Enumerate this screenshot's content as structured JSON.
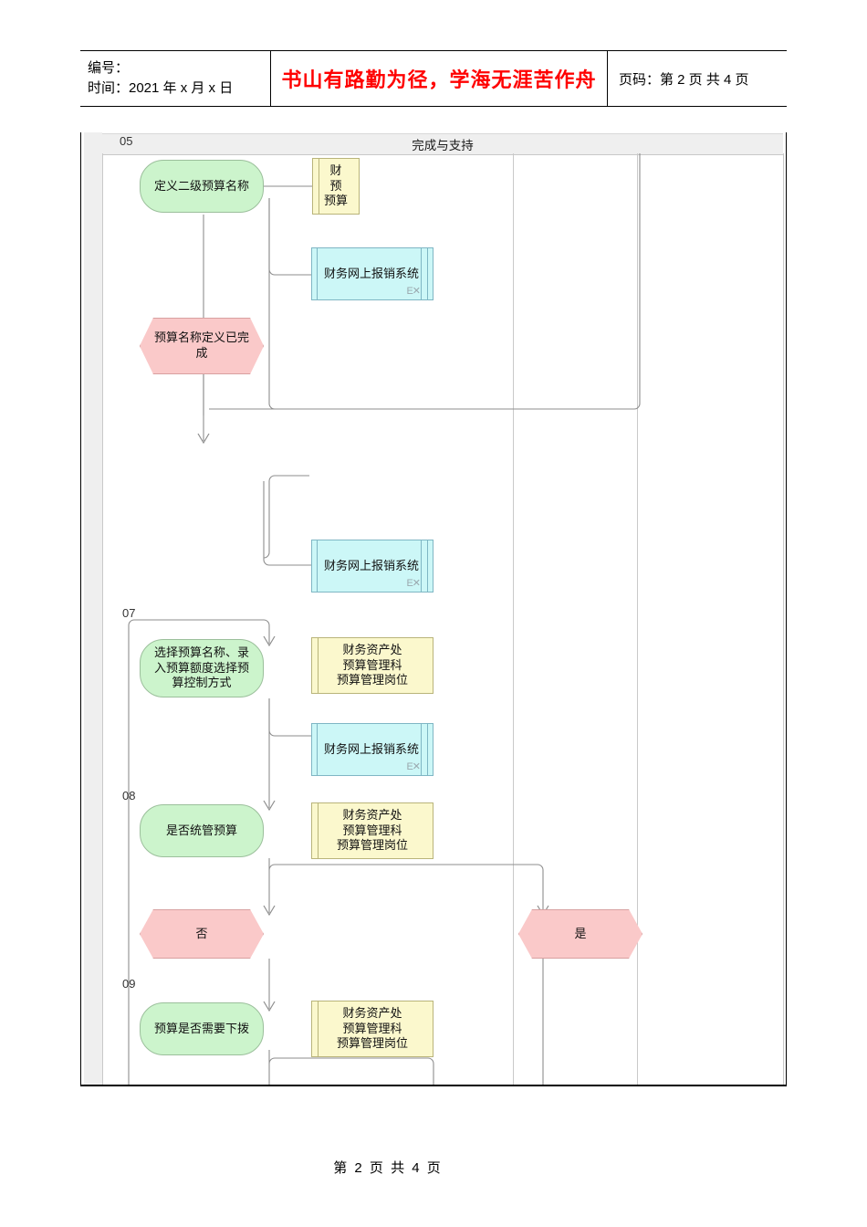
{
  "header": {
    "left_line1": "编号：",
    "left_line2": "时间：2021 年 x 月 x 日",
    "slogan": "书山有路勤为径，学海无涯苦作舟",
    "page_label": "页码：第 2 页  共 4 页"
  },
  "footer": {
    "page_text": "第 2 页  共 4 页"
  },
  "lane": {
    "number": "05",
    "title": "完成与支持"
  },
  "step_numbers": [
    "07",
    "08",
    "09"
  ],
  "icons": {
    "system_corner": "E✕"
  },
  "colors": {
    "process_fill": "#ccf4cc",
    "process_stroke": "#9bbf9b",
    "decision_fill": "#fac9c9",
    "decision_stroke": "#d8a0a0",
    "role_fill": "#fbf8cd",
    "role_stroke": "#b9b47a",
    "system_fill": "#ccf7f7",
    "system_stroke": "#7fb6c4",
    "band_gray": "#efefef",
    "slogan_red": "#ff0000",
    "connector": "#8e8e8e"
  },
  "nodes": [
    {
      "id": "n1",
      "type": "process",
      "text": "定义二级预算名称"
    },
    {
      "id": "n2",
      "type": "role",
      "text": "财\n预\n预算"
    },
    {
      "id": "n3",
      "type": "system",
      "text": "财务网上报销系统"
    },
    {
      "id": "n4",
      "type": "decision",
      "text": "预算名称定义已完成"
    },
    {
      "id": "n5",
      "type": "system",
      "text": "财务网上报销系统"
    },
    {
      "id": "n6",
      "type": "process",
      "text": "选择预算名称、录入预算额度选择预算控制方式"
    },
    {
      "id": "n7",
      "type": "role",
      "text": "财务资产处\n预算管理科\n预算管理岗位"
    },
    {
      "id": "n8",
      "type": "system",
      "text": "财务网上报销系统"
    },
    {
      "id": "n9",
      "type": "process",
      "text": "是否统管预算"
    },
    {
      "id": "n10",
      "type": "role",
      "text": "财务资产处\n预算管理科\n预算管理岗位"
    },
    {
      "id": "n11",
      "type": "decision",
      "text": "否"
    },
    {
      "id": "n12",
      "type": "decision",
      "text": "是"
    },
    {
      "id": "n13",
      "type": "process",
      "text": "预算是否需要下拨"
    },
    {
      "id": "n14",
      "type": "role",
      "text": "财务资产处\n预算管理科\n预算管理岗位"
    }
  ]
}
